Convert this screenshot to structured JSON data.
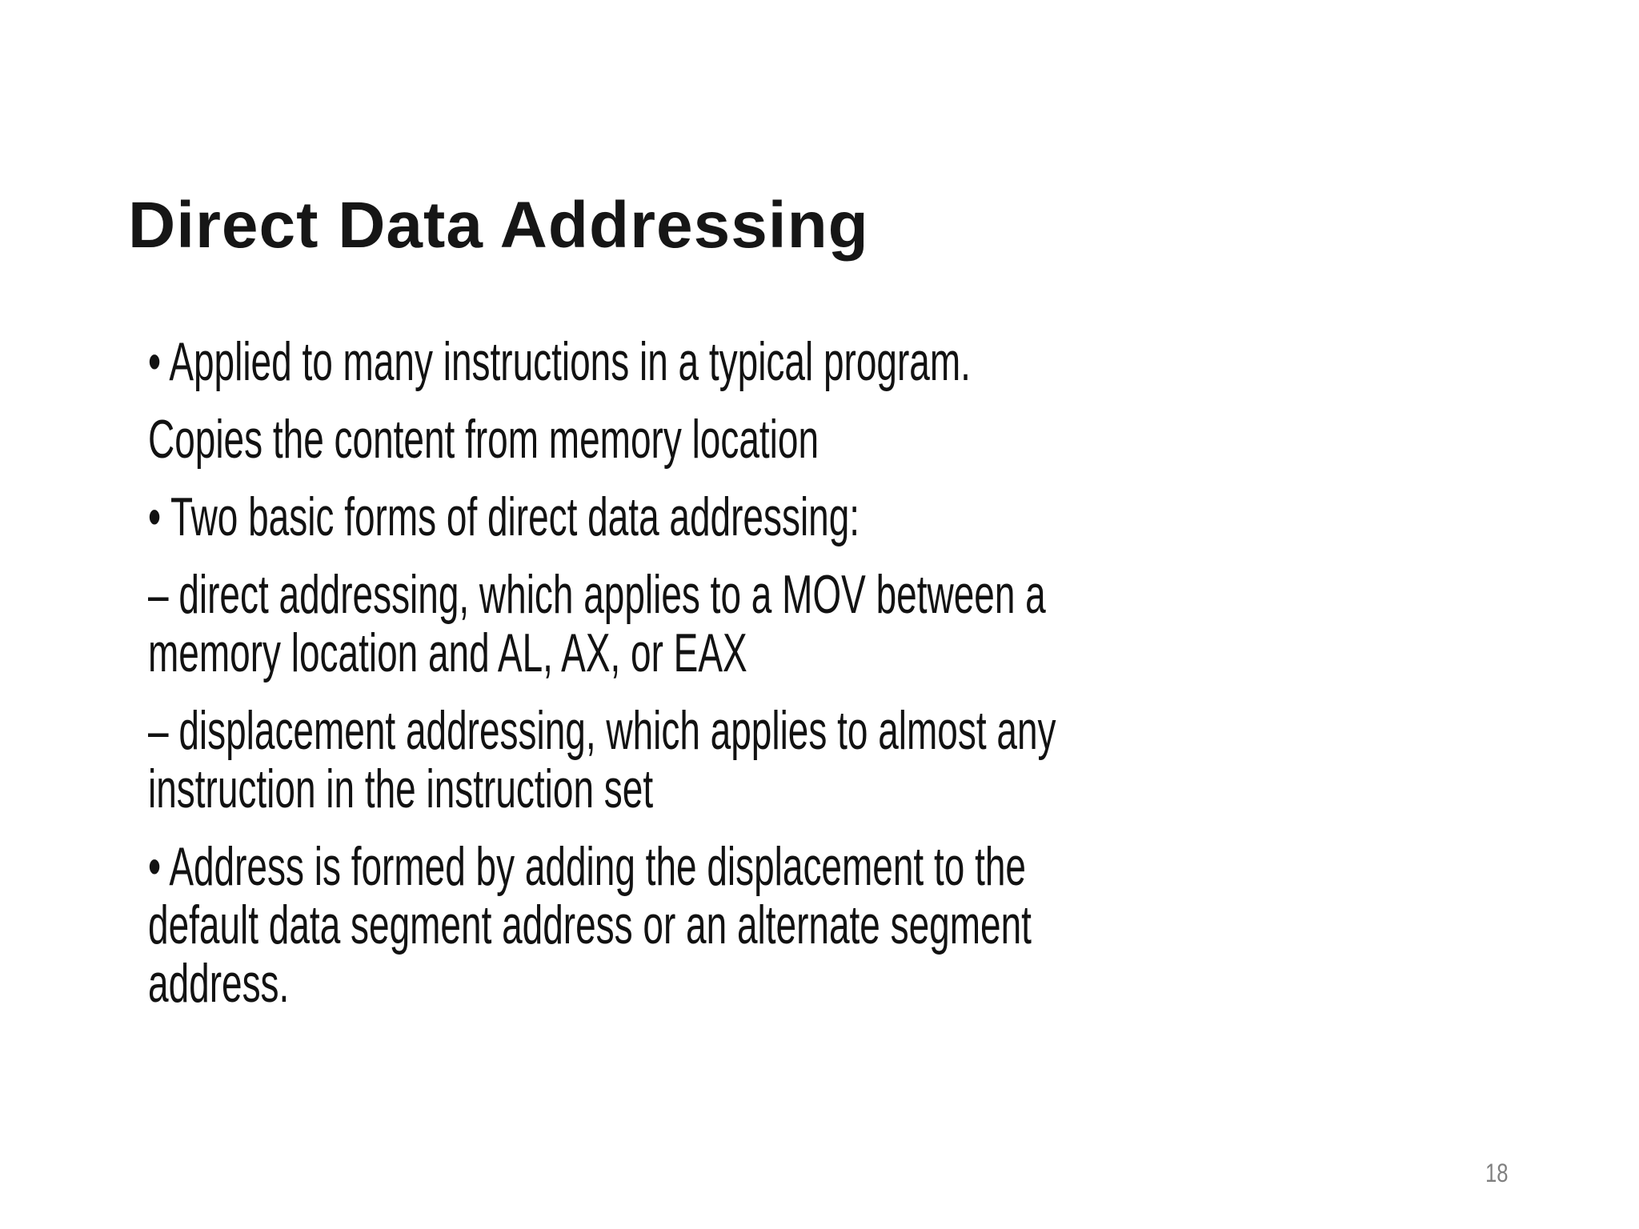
{
  "slide": {
    "title": "Direct Data Addressing",
    "page_number": "18",
    "colors": {
      "background": "#ffffff",
      "title_text": "#161616",
      "body_text": "#121212",
      "page_number_text": "#7f7f7f"
    },
    "body": {
      "paragraphs": [
        {
          "lines": [
            "• Applied to many instructions in a typical program."
          ]
        },
        {
          "lines": [
            "Copies the content from memory location"
          ]
        },
        {
          "lines": [
            "• Two basic forms of direct data addressing:"
          ]
        },
        {
          "lines": [
            "– direct addressing, which applies to a MOV between a",
            "memory location and AL, AX, or EAX"
          ]
        },
        {
          "lines": [
            "– displacement addressing, which applies to almost any",
            "instruction in the instruction set"
          ]
        },
        {
          "lines": [
            "• Address is formed by adding the displacement to the",
            "default data segment address or an alternate segment",
            "address."
          ]
        }
      ]
    }
  }
}
